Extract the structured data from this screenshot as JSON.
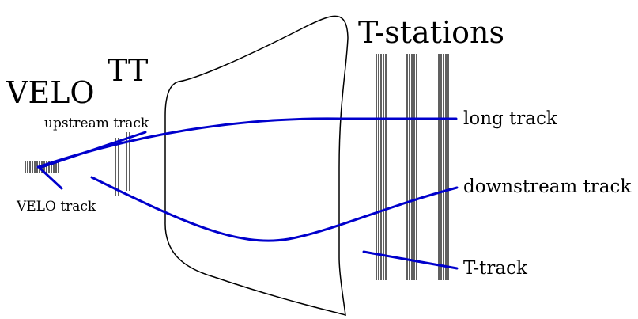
{
  "labels": {
    "velo": "VELO",
    "tt": "TT",
    "t_stations": "T-stations",
    "upstream_track": "upstream track",
    "velo_track": "VELO track",
    "long_track": "long track",
    "downstream_track": "downstream track",
    "t_track": "T-track"
  },
  "colors": {
    "track": "#0000cc",
    "outline": "#000000",
    "background": "#ffffff"
  }
}
